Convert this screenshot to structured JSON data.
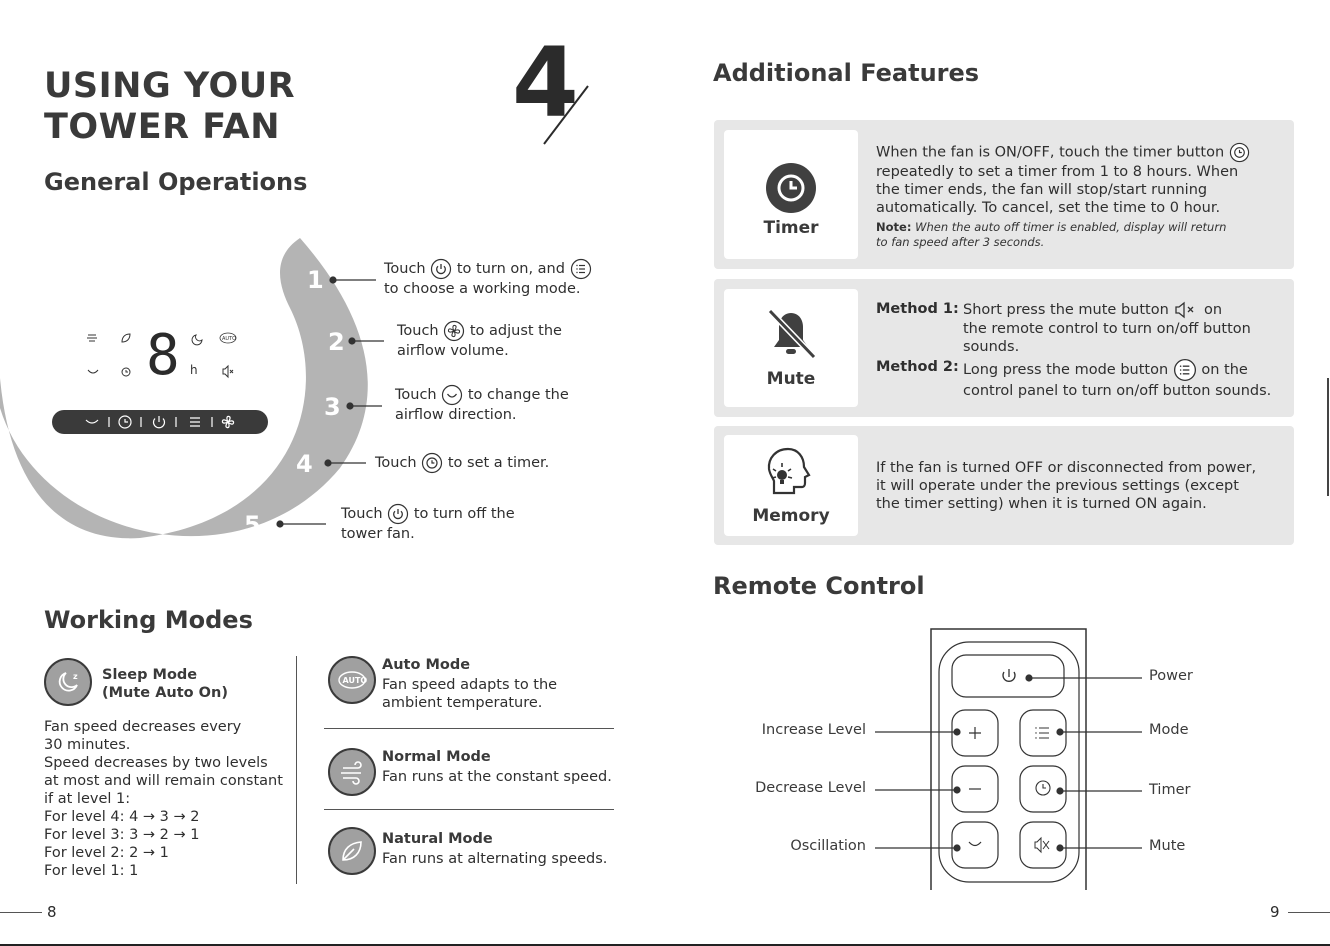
{
  "left": {
    "title_line1": "USING YOUR",
    "title_line2": "TOWER FAN",
    "chapter_number": "4",
    "general_heading": "General Operations",
    "steps": [
      {
        "num": "1",
        "pre": "Touch",
        "mid": "to turn on, and",
        "line2": "to choose a working mode."
      },
      {
        "num": "2",
        "pre": "Touch",
        "mid": "to adjust the",
        "line2": "airflow volume."
      },
      {
        "num": "3",
        "pre": "Touch",
        "mid": "to change the",
        "line2": "airflow direction."
      },
      {
        "num": "4",
        "pre": "Touch",
        "mid": "to set a timer.",
        "line2": ""
      },
      {
        "num": "5",
        "pre": "Touch",
        "mid": "to turn off the",
        "line2": "tower fan."
      }
    ],
    "display_digit": "8",
    "display_unit": "h",
    "display_auto": "AUTO",
    "working_heading": "Working Modes",
    "sleep_title_1": "Sleep Mode",
    "sleep_title_2": "(Mute Auto On)",
    "sleep_lines": [
      "Fan speed decreases every",
      "30 minutes.",
      "Speed decreases by two levels",
      "at most and will remain constant",
      "if at level 1:",
      "For level 4: 4 → 3 → 2",
      "For level 3: 3 → 2 → 1",
      "For level 2: 2 → 1",
      "For level 1: 1"
    ],
    "auto_icon_text": "AUTO",
    "modes": [
      {
        "title": "Auto Mode",
        "line1": "Fan speed adapts to the",
        "line2": "ambient temperature."
      },
      {
        "title": "Normal Mode",
        "line1": "Fan runs at the constant speed.",
        "line2": ""
      },
      {
        "title": "Natural Mode",
        "line1": "Fan runs at alternating speeds.",
        "line2": ""
      }
    ],
    "page_number": "8"
  },
  "right": {
    "additional_heading": "Additional Features",
    "timer_label": "Timer",
    "timer_lines": [
      "When the fan is ON/OFF, touch the timer button",
      "repeatedly to set a timer from 1 to 8 hours. When",
      "the timer ends, the fan will stop/start running",
      "automatically. To cancel, set the time to 0 hour."
    ],
    "timer_note_label": "Note:",
    "timer_note_line1": "When the auto off timer is enabled, display will return",
    "timer_note_line2": "to fan speed after 3 seconds.",
    "mute_label": "Mute",
    "method1_label": "Method 1:",
    "method1_a": "Short press the mute button",
    "method1_b": "on",
    "method1_line2": "the remote control to turn on/off button",
    "method1_line3": "sounds.",
    "method2_label": "Method 2:",
    "method2_a": "Long press the mode button",
    "method2_b": "on the",
    "method2_line2": "control panel to turn on/off button sounds.",
    "memory_label": "Memory",
    "memory_lines": [
      "If the fan is turned OFF or disconnected from power,",
      "it will operate under the previous settings (except",
      "the timer setting) when it is turned ON again."
    ],
    "remote_heading": "Remote Control",
    "remote_left_labels": [
      "Increase Level",
      "Decrease Level",
      "Oscillation"
    ],
    "remote_right_labels": [
      "Power",
      "Mode",
      "Timer",
      "Mute"
    ],
    "page_number": "9"
  },
  "colors": {
    "heading": "#3a3a3a",
    "arc": "#b4b4b4",
    "panel_box": "#e7e7e7",
    "icon_dark": "#404040",
    "mode_circle": "#a0a0a0"
  }
}
